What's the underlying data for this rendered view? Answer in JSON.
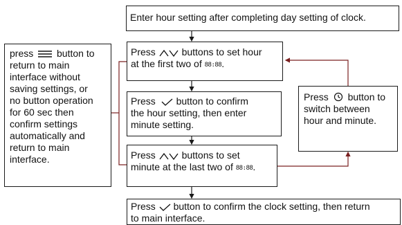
{
  "diagram": {
    "top_box": {
      "text": "Enter hour setting after completing day setting of clock."
    },
    "set_hour_box": {
      "pre": "Press",
      "post1": "buttons to set hour",
      "post2": "at the first two of",
      "display": "88:88",
      "end": "."
    },
    "confirm_hour_box": {
      "pre": "Press",
      "post1": "button to confirm",
      "line2": "the hour setting, then enter",
      "line3": "minute setting."
    },
    "set_minute_box": {
      "pre": "Press",
      "post1": "buttons to set",
      "post2": "minute at the last two of",
      "display": "88:88",
      "end": "."
    },
    "bottom_box": {
      "pre": "Press",
      "post1": "button to confirm the clock setting, then return",
      "line2": "to main interface."
    },
    "left_box": {
      "pre": "press",
      "post1": "button to",
      "rest": [
        "return to main",
        "interface without",
        "saving settings, or",
        "no button operation",
        "for 60 sec then",
        "confirm settings",
        "automatically and",
        "return to main",
        "interface."
      ]
    },
    "right_box": {
      "pre": "Press",
      "post1": "button to",
      "rest": [
        "switch between",
        "hour and minute."
      ]
    }
  },
  "icons": [
    "menu-icon",
    "up-down-icon",
    "check-icon",
    "clock-icon",
    "segment-display"
  ],
  "colors": {
    "line": "#1a1a1a",
    "feedback": "#7a2020"
  }
}
